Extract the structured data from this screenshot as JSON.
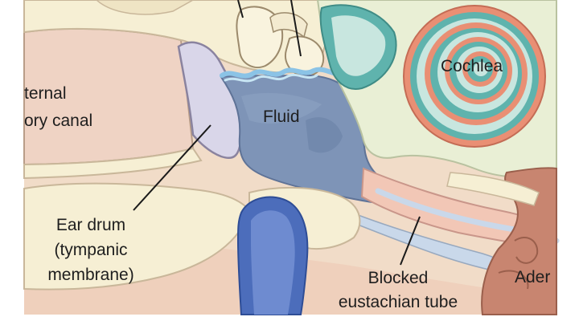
{
  "labels": {
    "external_canal_line1": "ternal",
    "external_canal_line2": "ory canal",
    "fluid": "Fluid",
    "cochlea": "Cochlea",
    "eardrum_line1": "Ear drum",
    "eardrum_line2": "(tympanic",
    "eardrum_line3": "membrane)",
    "blocked_line1": "Blocked",
    "blocked_line2": "eustachian tube",
    "adenoid": "Ader"
  },
  "colors": {
    "background": "#ffffff",
    "skin": "#f1dcc8",
    "soft_tissue": "#ead4b8",
    "bone": "#f6efd4",
    "bone_outline": "#c9b79a",
    "pink_tissue": "#f2c7b6",
    "fluid": "#7e94b7",
    "fluid_dark": "#6d84a8",
    "drum": "#d9d6e9",
    "cochlea_outer": "#e98f74",
    "cochlea_teal": "#5fb3ad",
    "cochlea_light": "#c8e6df",
    "vessel": "#4c6dbb",
    "vessel_inner": "#6e8bd0",
    "tube_lining": "#c9d8ea",
    "muscle": "#c88570",
    "water": "#8bc3e6"
  }
}
